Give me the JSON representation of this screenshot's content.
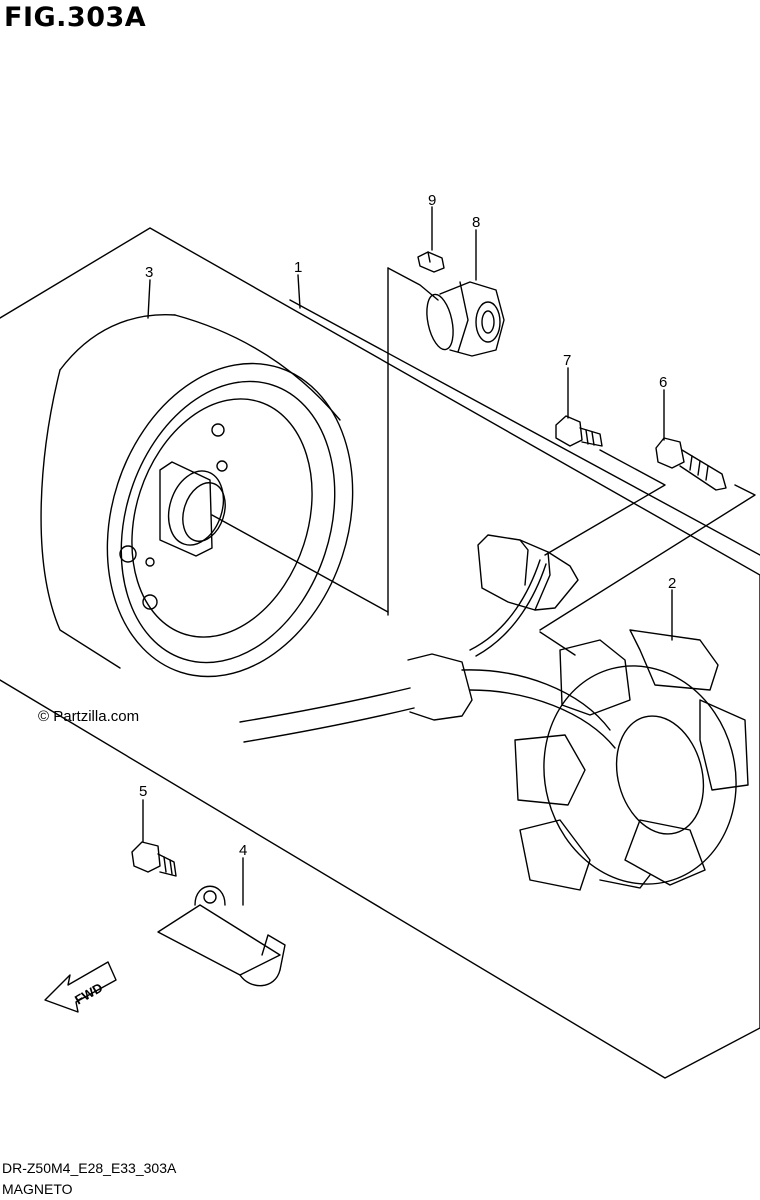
{
  "header": {
    "figure_title": "FIG.303A"
  },
  "watermark": {
    "copyright": "© Partzilla.com"
  },
  "footer": {
    "catalog_code": "DR-Z50M4_E28_E33_303A",
    "caption": "MAGNETO"
  },
  "callouts": [
    {
      "number": "1"
    },
    {
      "number": "2"
    },
    {
      "number": "3"
    },
    {
      "number": "4"
    },
    {
      "number": "5"
    },
    {
      "number": "6"
    },
    {
      "number": "7"
    },
    {
      "number": "8"
    },
    {
      "number": "9"
    }
  ],
  "direction_marker": {
    "label": "FWD"
  },
  "colors": {
    "ink": "#000000",
    "background": "#ffffff"
  }
}
